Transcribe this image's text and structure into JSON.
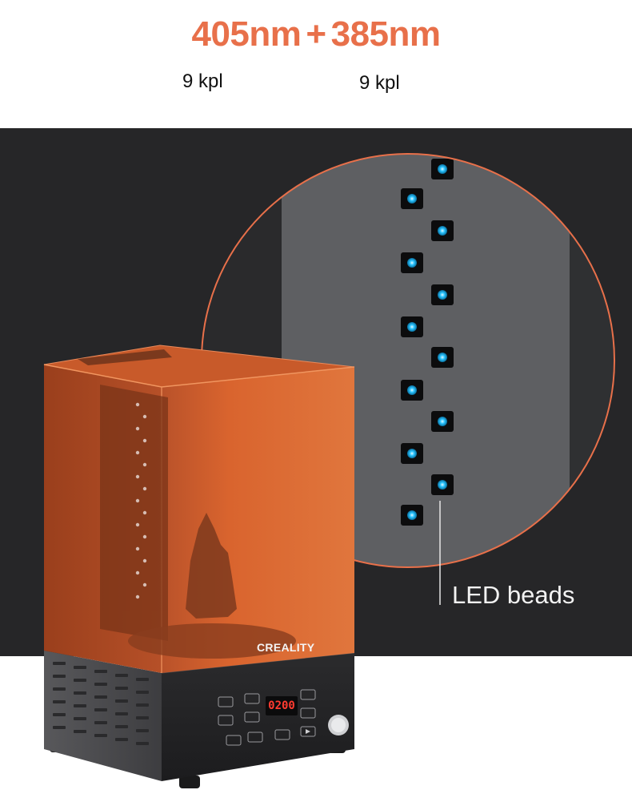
{
  "heading": {
    "wavelength_a": "405nm",
    "plus": "+",
    "wavelength_b": "385nm",
    "count_a": "9 kpl",
    "count_b": "9 kpl",
    "accent_color": "#e8704a"
  },
  "zoom_callout": {
    "label": "LED beads",
    "bead_color": "#29c4ff",
    "ring_color": "#e8704a"
  },
  "device": {
    "brand": "CREALITY",
    "display": "0200",
    "cover_color": "#d9642e",
    "base_color": "#2a2a2c"
  }
}
